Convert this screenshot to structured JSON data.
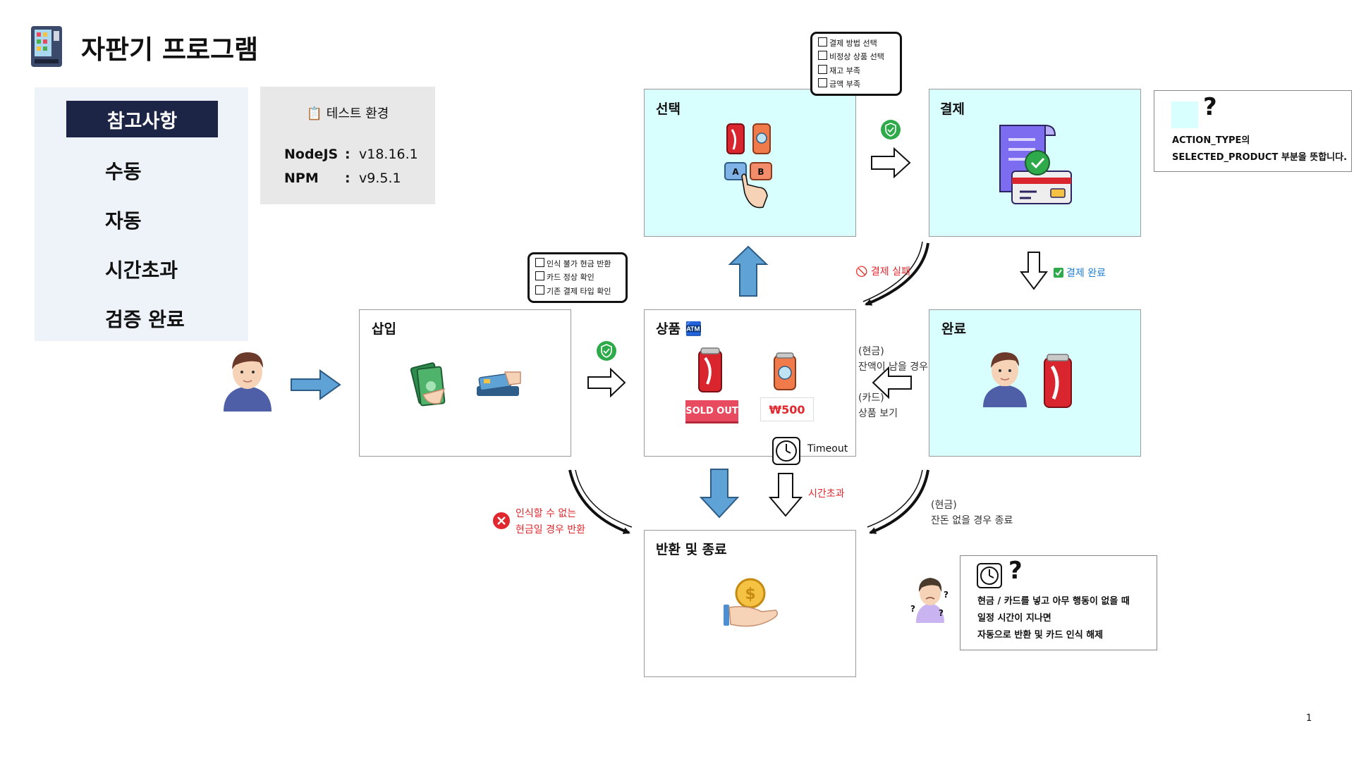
{
  "title": "자판기 프로그램",
  "icons": {
    "vending_machine": "vending-machine-icon",
    "manual": "manual-arrow-icon",
    "auto": "auto-arrow-icon",
    "timeout": "clock-icon",
    "verified": "verified-shield-icon"
  },
  "colors": {
    "manual_arrow": "#5fa2d6",
    "legend_header": "#1c2545",
    "state_highlight": "#d9fefe",
    "verified": "#2faa4a",
    "error": "#e0282e"
  },
  "legend": {
    "header": "참고사항",
    "items": [
      {
        "icon": "manual-arrow-icon",
        "label": "수동"
      },
      {
        "icon": "auto-arrow-icon",
        "label": "자동"
      },
      {
        "icon": "clock-icon",
        "label": "시간초과"
      },
      {
        "icon": "verified-shield-icon",
        "label": "검증 완료"
      }
    ]
  },
  "test_env": {
    "title": "📋 테스트 환경",
    "rows": [
      {
        "key": "NodeJS",
        "sep": ":",
        "value": "v18.16.1"
      },
      {
        "key": "NPM",
        "sep": ":",
        "value": "v9.5.1"
      }
    ]
  },
  "states": {
    "insert": {
      "title": "삽입"
    },
    "product": {
      "title": "상품 🏧",
      "sold_out": "SOLD OUT",
      "price": "₩500",
      "timeout": "Timeout"
    },
    "select": {
      "title": "선택"
    },
    "payment": {
      "title": "결제"
    },
    "complete": {
      "title": "완료"
    },
    "return": {
      "title": "반환 및 종료"
    }
  },
  "bubbles": {
    "insert_checks": [
      "인식 불가 현금 반환",
      "카드 정상 확인",
      "기존 결제 타입 확인"
    ],
    "select_checks": [
      "결제 방법 선택",
      "비정상 상품 선택",
      "재고 부족",
      "금액 부족"
    ]
  },
  "edge_labels": {
    "payment_fail": "🚫 결제 실패",
    "payment_done": "결제 완료",
    "back_cash": [
      "(현금)",
      "잔액이 남을 경우"
    ],
    "back_card": [
      "(카드)",
      "상품 보기"
    ],
    "timeout": "시간초과",
    "invalid_cash": [
      "인식할 수 없는",
      "현금일 경우 반환"
    ],
    "no_change": [
      "(현금)",
      "잔돈 없을 경우 종료"
    ]
  },
  "notes": {
    "action_type": {
      "question": "?",
      "lines": [
        "ACTION_TYPE의",
        "SELECTED_PRODUCT 부분을 뜻합니다."
      ]
    },
    "timeout": {
      "question": "?",
      "lines": [
        "현금 / 카드를 넣고 아무 행동이 없을 때",
        "일정 시간이 지나면",
        "자동으로 반환 및 카드 인식 해제"
      ]
    }
  },
  "page_number": "1"
}
